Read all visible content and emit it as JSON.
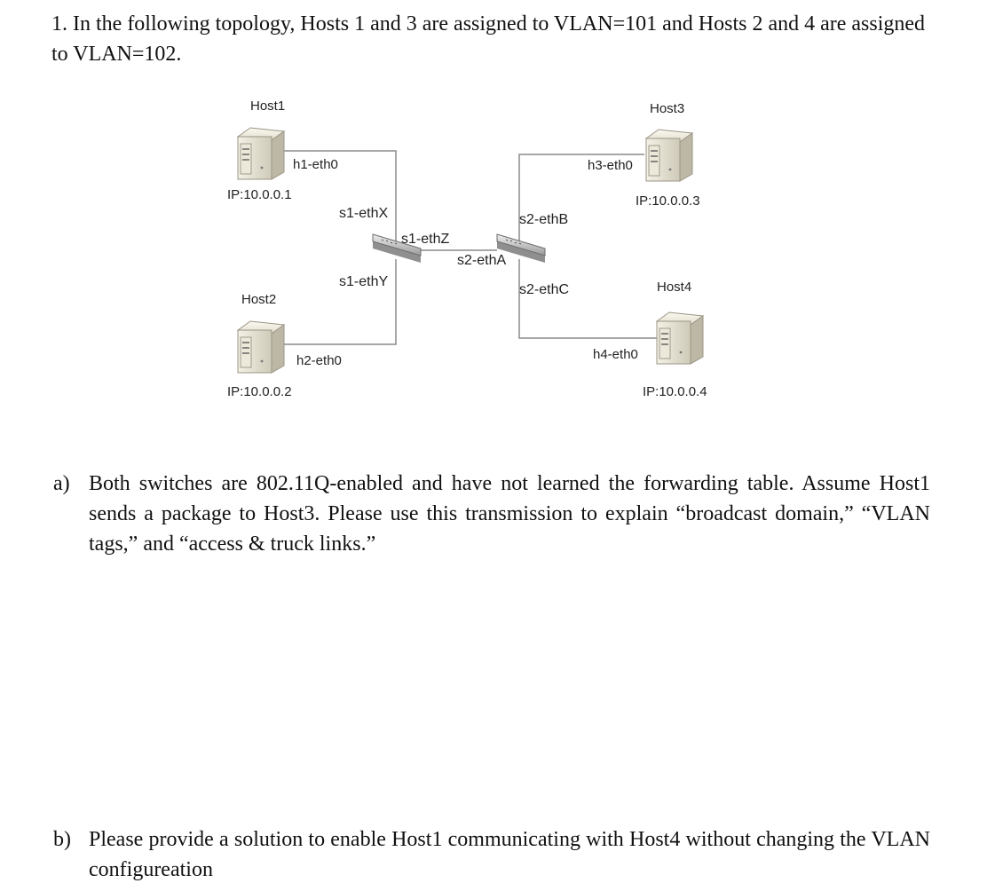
{
  "question": {
    "intro": "1. In the following topology, Hosts 1 and 3 are assigned to VLAN=101 and Hosts 2 and 4 are assigned to VLAN=102.",
    "part_a": {
      "label": "a)",
      "text": "Both switches are 802.11Q-enabled and have not learned the forwarding table. Assume Host1 sends a package to Host3. Please use this transmission to explain “broadcast domain,” “VLAN tags,” and “access & truck links.”"
    },
    "part_b": {
      "label": "b)",
      "text": "Please provide a solution to enable Host1 communicating with Host4 without changing the VLAN configureation"
    }
  },
  "topology": {
    "hosts": [
      {
        "name": "Host1",
        "iface": "h1-eth0",
        "ip": "IP:10.0.0.1"
      },
      {
        "name": "Host2",
        "iface": "h2-eth0",
        "ip": "IP:10.0.0.2"
      },
      {
        "name": "Host3",
        "iface": "h3-eth0",
        "ip": "IP:10.0.0.3"
      },
      {
        "name": "Host4",
        "iface": "h4-eth0",
        "ip": "IP:10.0.0.4"
      }
    ],
    "switch_ports": {
      "s1_x": "s1-ethX",
      "s1_y": "s1-ethY",
      "s1_z": "s1-ethZ",
      "s2_a": "s2-ethA",
      "s2_b": "s2-ethB",
      "s2_c": "s2-ethC"
    }
  }
}
